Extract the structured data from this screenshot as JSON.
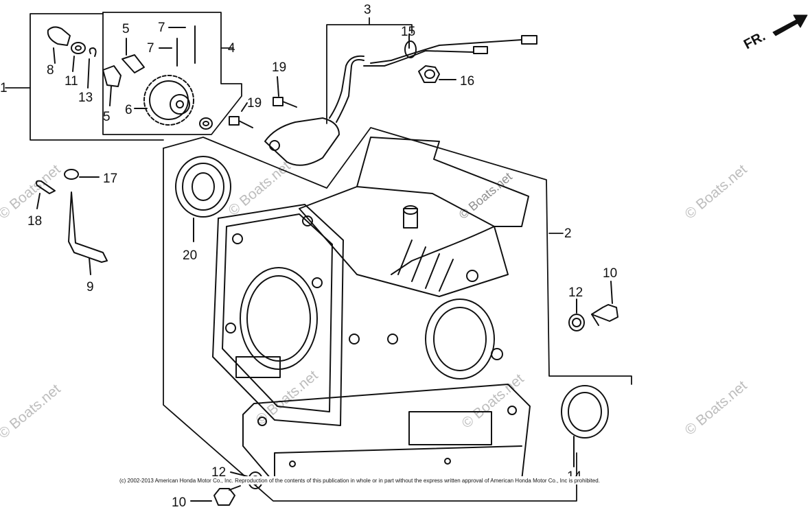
{
  "diagram": {
    "parts": [
      {
        "id": "p1",
        "num": "1"
      },
      {
        "id": "p2",
        "num": "2"
      },
      {
        "id": "p3",
        "num": "3"
      },
      {
        "id": "p4",
        "num": "4"
      },
      {
        "id": "p5a",
        "num": "5"
      },
      {
        "id": "p5b",
        "num": "5"
      },
      {
        "id": "p6",
        "num": "6"
      },
      {
        "id": "p7a",
        "num": "7"
      },
      {
        "id": "p7b",
        "num": "7"
      },
      {
        "id": "p8",
        "num": "8"
      },
      {
        "id": "p9",
        "num": "9"
      },
      {
        "id": "p10a",
        "num": "10"
      },
      {
        "id": "p10b",
        "num": "10"
      },
      {
        "id": "p11",
        "num": "11"
      },
      {
        "id": "p12a",
        "num": "12"
      },
      {
        "id": "p12b",
        "num": "12"
      },
      {
        "id": "p13",
        "num": "13"
      },
      {
        "id": "p14",
        "num": "14"
      },
      {
        "id": "p15",
        "num": "15"
      },
      {
        "id": "p16",
        "num": "16"
      },
      {
        "id": "p17",
        "num": "17"
      },
      {
        "id": "p18",
        "num": "18"
      },
      {
        "id": "p19a",
        "num": "19"
      },
      {
        "id": "p19b",
        "num": "19"
      },
      {
        "id": "p20",
        "num": "20"
      }
    ],
    "front_marker": "FR.",
    "watermark": "© Boats.net",
    "copyright": "(c) 2002-2013 American Honda Motor Co., Inc. Reproduction of the contents of this publication in whole or in part without the express written approval of American Honda Motor Co., Inc is prohibited."
  },
  "colors": {
    "ink": "#111111",
    "watermark": "#bdbdbd",
    "background": "#ffffff"
  }
}
